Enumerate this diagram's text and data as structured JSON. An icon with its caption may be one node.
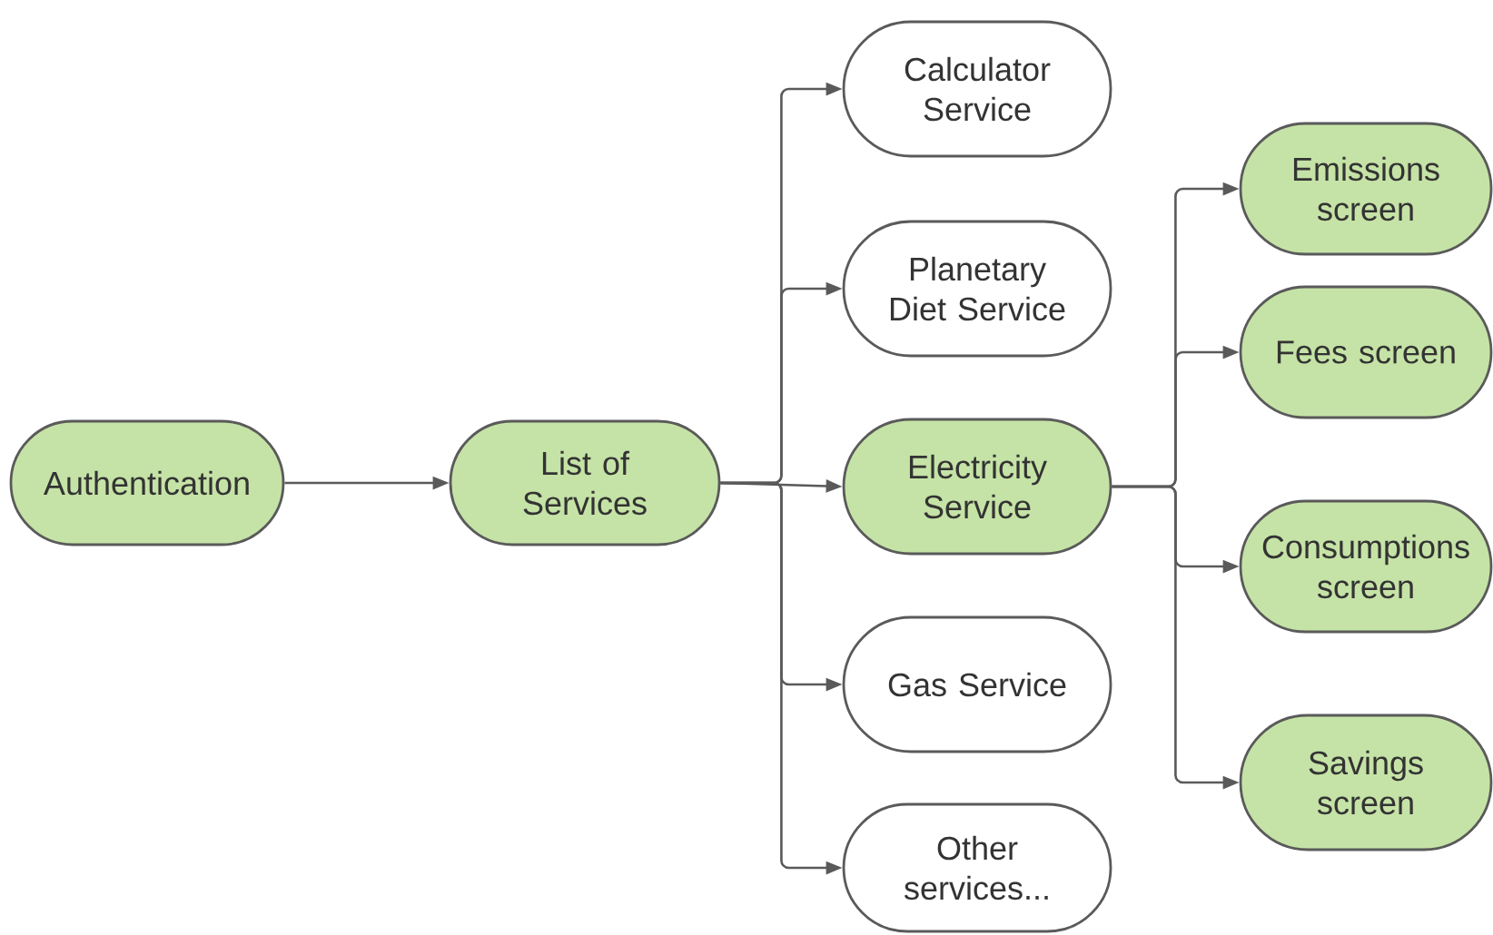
{
  "diagram": {
    "nodes": [
      {
        "text": [
          "Authentication"
        ]
      },
      {
        "text": [
          "List of Services"
        ]
      },
      {
        "text": [
          "Calculator Service"
        ]
      },
      {
        "text": [
          "Planetary Diet Service"
        ]
      },
      {
        "text": [
          "Electricity Service"
        ]
      },
      {
        "text": [
          "Gas Service"
        ]
      },
      {
        "text": [
          "Other services..."
        ]
      },
      {
        "text": [
          "Emissions screen"
        ]
      },
      {
        "text": [
          "Fees screen"
        ]
      },
      {
        "text": [
          "Consumptions screen"
        ]
      },
      {
        "text": [
          "Savings screen"
        ]
      }
    ],
    "edges": [
      {
        "from": 0,
        "to": 1,
        "arrow": "to"
      },
      {
        "from": 1,
        "to": 2,
        "arrow": "to"
      },
      {
        "from": 1,
        "to": 3,
        "arrow": "to"
      },
      {
        "from": 1,
        "to": 4,
        "arrow": "to"
      },
      {
        "from": 1,
        "to": 5,
        "arrow": "to"
      },
      {
        "from": 1,
        "to": 6,
        "arrow": "to"
      },
      {
        "from": 4,
        "to": 7,
        "arrow": "to"
      },
      {
        "from": 4,
        "to": 8,
        "arrow": "to"
      },
      {
        "from": 4,
        "to": 9,
        "arrow": "to"
      },
      {
        "from": 4,
        "to": 10,
        "arrow": "to"
      }
    ]
  }
}
